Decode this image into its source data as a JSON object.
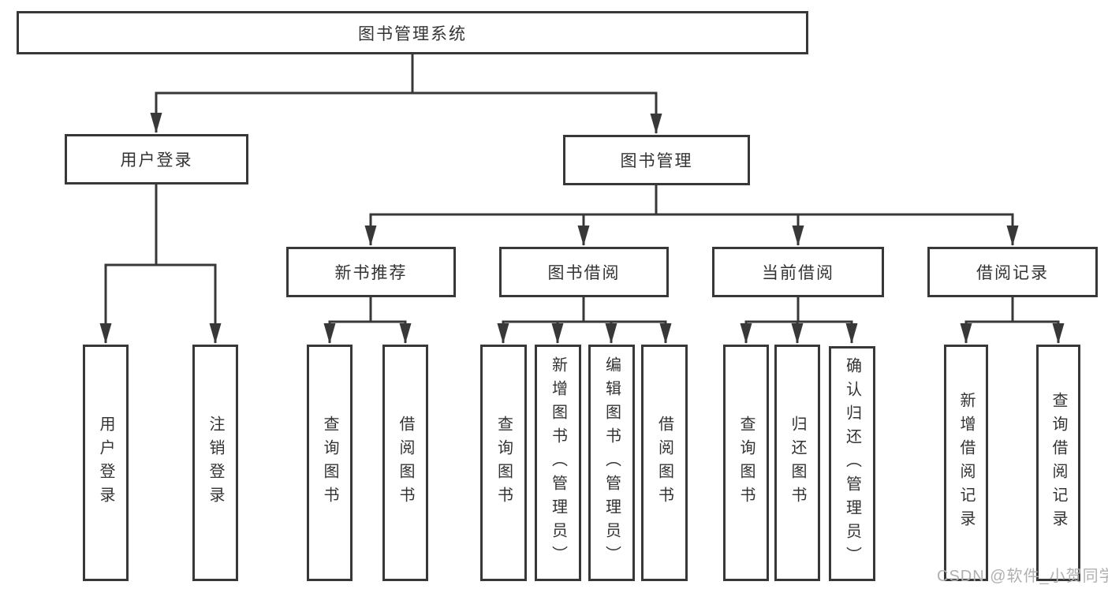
{
  "diagram": {
    "root": {
      "label": "图书管理系统"
    },
    "branches": [
      {
        "label": "用户登录",
        "leaves": [
          {
            "label": "用户登录"
          },
          {
            "label": "注销登录"
          }
        ]
      },
      {
        "label": "图书管理",
        "sections": [
          {
            "label": "新书推荐",
            "leaves": [
              {
                "label": "查询图书"
              },
              {
                "label": "借阅图书"
              }
            ]
          },
          {
            "label": "图书借阅",
            "leaves": [
              {
                "label": "查询图书"
              },
              {
                "label": "新增图书（管理员）"
              },
              {
                "label": "编辑图书（管理员）"
              },
              {
                "label": "借阅图书"
              }
            ]
          },
          {
            "label": "当前借阅",
            "leaves": [
              {
                "label": "查询图书"
              },
              {
                "label": "归还图书"
              },
              {
                "label": "确认归还（管理员）"
              }
            ]
          },
          {
            "label": "借阅记录",
            "leaves": [
              {
                "label": "新增借阅记录"
              },
              {
                "label": "查询借阅记录"
              }
            ]
          }
        ]
      }
    ]
  },
  "watermark": {
    "text": "CSDN @软件_小贺同学"
  },
  "colors": {
    "line": "#383838",
    "text": "#333333",
    "watermark": "#b0b0b0",
    "background": "#ffffff"
  }
}
